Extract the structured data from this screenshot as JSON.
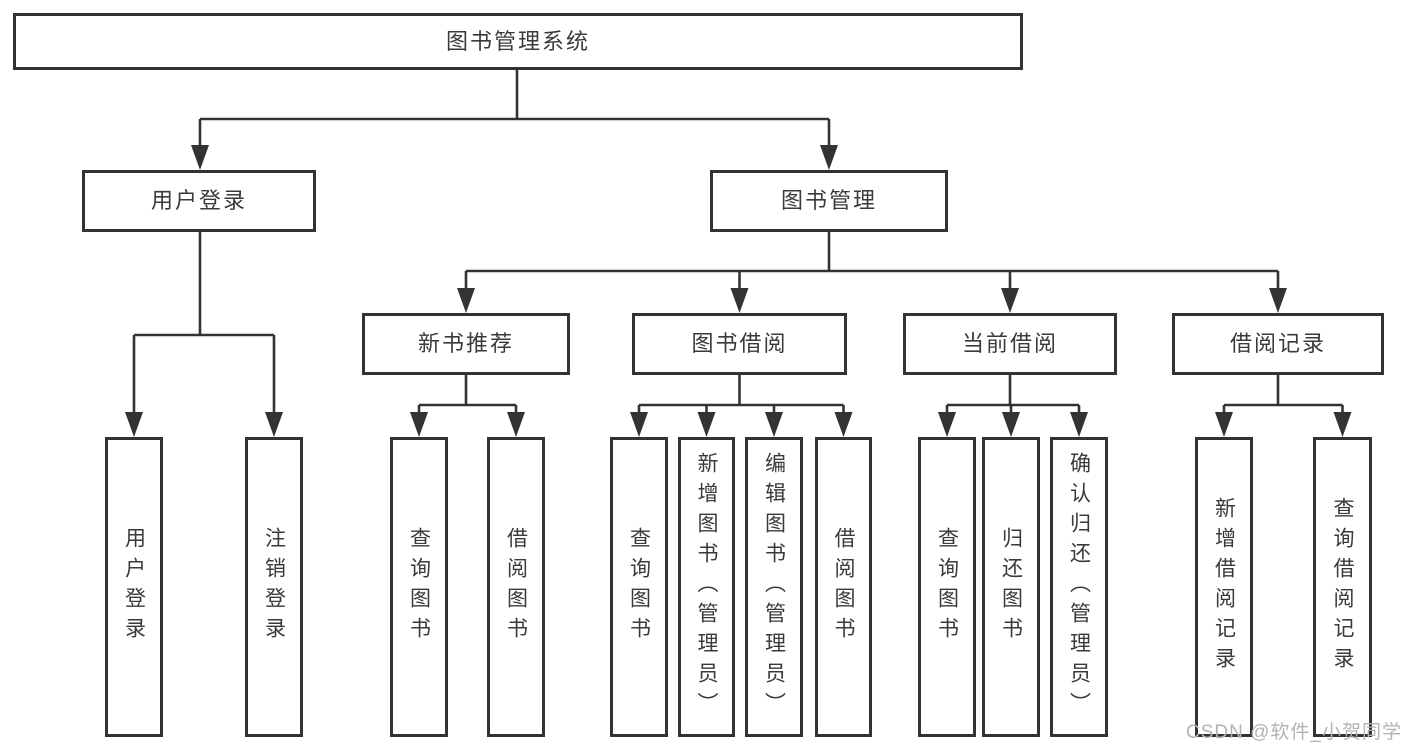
{
  "tree": {
    "label": "图书管理系统",
    "children": [
      {
        "label": "用户登录",
        "children": [
          {
            "label": "用户登录"
          },
          {
            "label": "注销登录"
          }
        ]
      },
      {
        "label": "图书管理",
        "children": [
          {
            "label": "新书推荐",
            "children": [
              {
                "label": "查询图书"
              },
              {
                "label": "借阅图书"
              }
            ]
          },
          {
            "label": "图书借阅",
            "children": [
              {
                "label": "查询图书"
              },
              {
                "label": "新增图书（管理员）"
              },
              {
                "label": "编辑图书（管理员）"
              },
              {
                "label": "借阅图书"
              }
            ]
          },
          {
            "label": "当前借阅",
            "children": [
              {
                "label": "查询图书"
              },
              {
                "label": "归还图书"
              },
              {
                "label": "确认归还（管理员）"
              }
            ]
          },
          {
            "label": "借阅记录",
            "children": [
              {
                "label": "新增借阅记录"
              },
              {
                "label": "查询借阅记录"
              }
            ]
          }
        ]
      }
    ]
  },
  "watermark": "CSDN @软件_小贺同学",
  "colors": {
    "line": "#333333",
    "text": "#3a3a3a",
    "watermark": "#b3b3b3",
    "background": "#ffffff"
  }
}
